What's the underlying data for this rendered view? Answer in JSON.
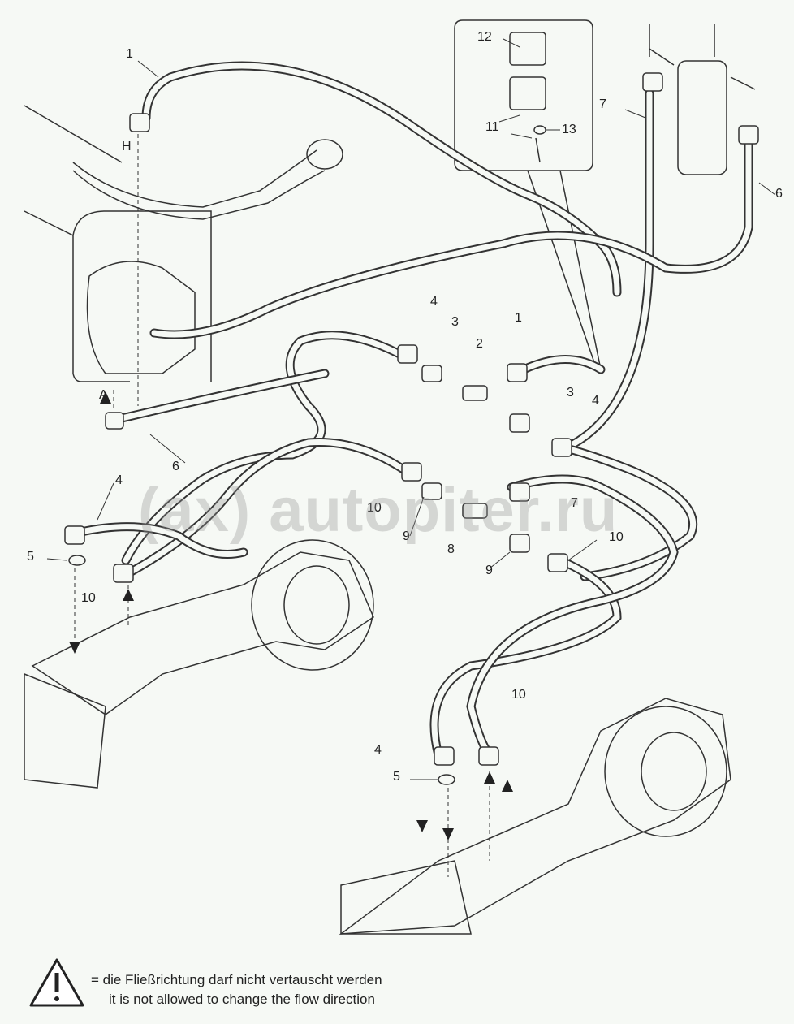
{
  "callouts": [
    "1",
    "H",
    "12",
    "11",
    "13",
    "7",
    "6",
    "4",
    "3",
    "1",
    "2",
    "A",
    "3",
    "4",
    "6",
    "4",
    "10",
    "7",
    "9",
    "8",
    "10",
    "5",
    "10",
    "9",
    "10",
    "4",
    "5"
  ],
  "watermark": "(ax) autopiter.ru",
  "legend": {
    "icon": "warning-triangle-icon",
    "line1": "= die Fließrichtung darf nicht vertauscht werden",
    "line2": "it is not allowed to change the flow direction"
  },
  "colors": {
    "background": "#f6f9f5",
    "ink": "#222222"
  }
}
